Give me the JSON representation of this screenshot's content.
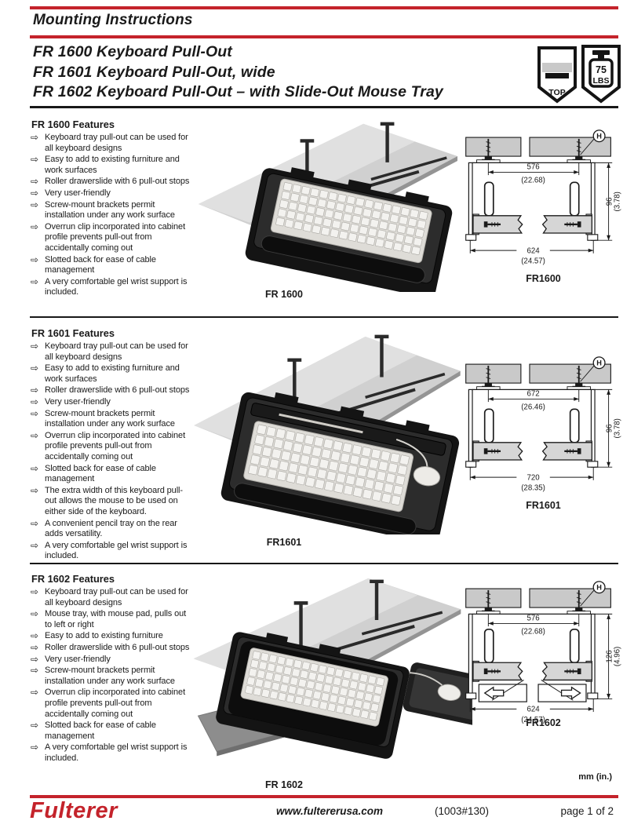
{
  "icons": {
    "bullet": "⇨",
    "top_badge_label": "TOP",
    "weight_value": "75",
    "weight_unit": "LBS"
  },
  "colors": {
    "accent_red": "#c4232b",
    "ink": "#1a1a1a",
    "drawing_gray": "#c9c9c9"
  },
  "header": {
    "title": "Mounting Instructions",
    "product_lines": [
      "FR 1600 Keyboard Pull-Out",
      "FR 1601 Keyboard Pull-Out, wide",
      "FR 1602 Keyboard Pull-Out – with Slide-Out Mouse Tray"
    ]
  },
  "sections": [
    {
      "heading": "FR 1600 Features",
      "features": [
        "Keyboard tray pull-out can be used for all keyboard designs",
        "Easy to add to existing furniture and work surfaces",
        "Roller drawerslide with 6 pull-out stops",
        "Very user-friendly",
        "Screw-mount brackets permit installation under any work surface",
        "Overrun clip incorporated into cabinet profile prevents pull-out from accidentally coming out",
        "Slotted back for ease of cable management",
        "A very comfortable gel wrist support is included."
      ],
      "photo_caption": "FR 1600",
      "drawing": {
        "label": "FR1600",
        "inner_mm": "576",
        "inner_in": "(22.68)",
        "outer_mm": "624",
        "outer_in": "(24.57)",
        "height_mm": "96",
        "height_in": "(3.78)",
        "callout": "H",
        "has_side_arrows": false
      }
    },
    {
      "heading": "FR 1601 Features",
      "features": [
        "Keyboard tray pull-out can be used for all keyboard designs",
        "Easy to add to existing furniture and work surfaces",
        "Roller drawerslide with 6 pull-out stops",
        "Very user-friendly",
        "Screw-mount brackets permit installation under any work surface",
        "Overrun clip incorporated into cabinet profile prevents pull-out from accidentally coming out",
        "Slotted back for ease of cable management",
        "The extra width of this keyboard pull-out allows the mouse to be used on either side of the keyboard.",
        "A convenient pencil tray on the rear adds versatility.",
        "A very comfortable gel wrist support is included."
      ],
      "photo_caption": "FR1601",
      "drawing": {
        "label": "FR1601",
        "inner_mm": "672",
        "inner_in": "(26.46)",
        "outer_mm": "720",
        "outer_in": "(28.35)",
        "height_mm": "96",
        "height_in": "(3.78)",
        "callout": "H",
        "has_side_arrows": false
      }
    },
    {
      "heading": "FR 1602 Features",
      "features": [
        "Keyboard tray pull-out can be used for all keyboard designs",
        "Mouse tray, with mouse pad, pulls out to left or right",
        "Easy to add to existing furniture",
        "Roller drawerslide with 6 pull-out stops",
        "Very user-friendly",
        "Screw-mount brackets permit installation under any work surface",
        "Overrun clip incorporated into cabinet profile prevents pull-out from accidentally coming out",
        "Slotted back for ease of cable management",
        "A very comfortable gel wrist support is included."
      ],
      "photo_caption": "FR 1602",
      "drawing": {
        "label": "FR1602",
        "inner_mm": "576",
        "inner_in": "(22.68)",
        "outer_mm": "624",
        "outer_in": "(24.57)",
        "height_mm": "126",
        "height_in": "(4.96)",
        "callout": "H",
        "has_side_arrows": true
      }
    }
  ],
  "footer": {
    "units_note": "mm (in.)",
    "logo": "Fulterer",
    "website": "www.fultererusa.com",
    "doc_code": "(1003#130)",
    "page_indicator": "page 1 of 2"
  }
}
